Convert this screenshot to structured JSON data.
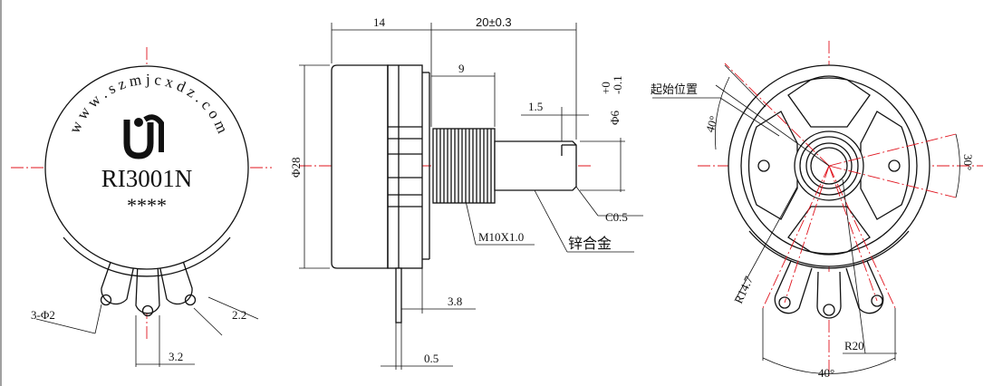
{
  "front_view": {
    "website": "w w w . s z m j c x d z . c o m",
    "model": "RI3001N",
    "marking": "****",
    "dim_holes": "3-Φ2",
    "dim_pitch": "3.2",
    "dim_width": "2.2"
  },
  "side_view": {
    "dim_body": "14",
    "dim_shaft": "20±0.3",
    "dim_bushing": "9",
    "dim_flat": "1.5",
    "dim_diameter_shaft": "Φ6",
    "dim_tol_upper": "+0",
    "dim_tol_lower": "-0.1",
    "dim_diameter_body": "Φ28",
    "dim_chamfer": "C0.5",
    "dim_thread": "M10X1.0",
    "dim_terminal_len": "3.8",
    "dim_terminal_thk": "0.5",
    "material_label": "锌合金"
  },
  "rear_view": {
    "start_label": "起始位置",
    "angle_start": "40°",
    "angle_right": "30°",
    "radius_inner": "R14.7",
    "radius_outer": "R20",
    "angle_bottom": "40°"
  }
}
